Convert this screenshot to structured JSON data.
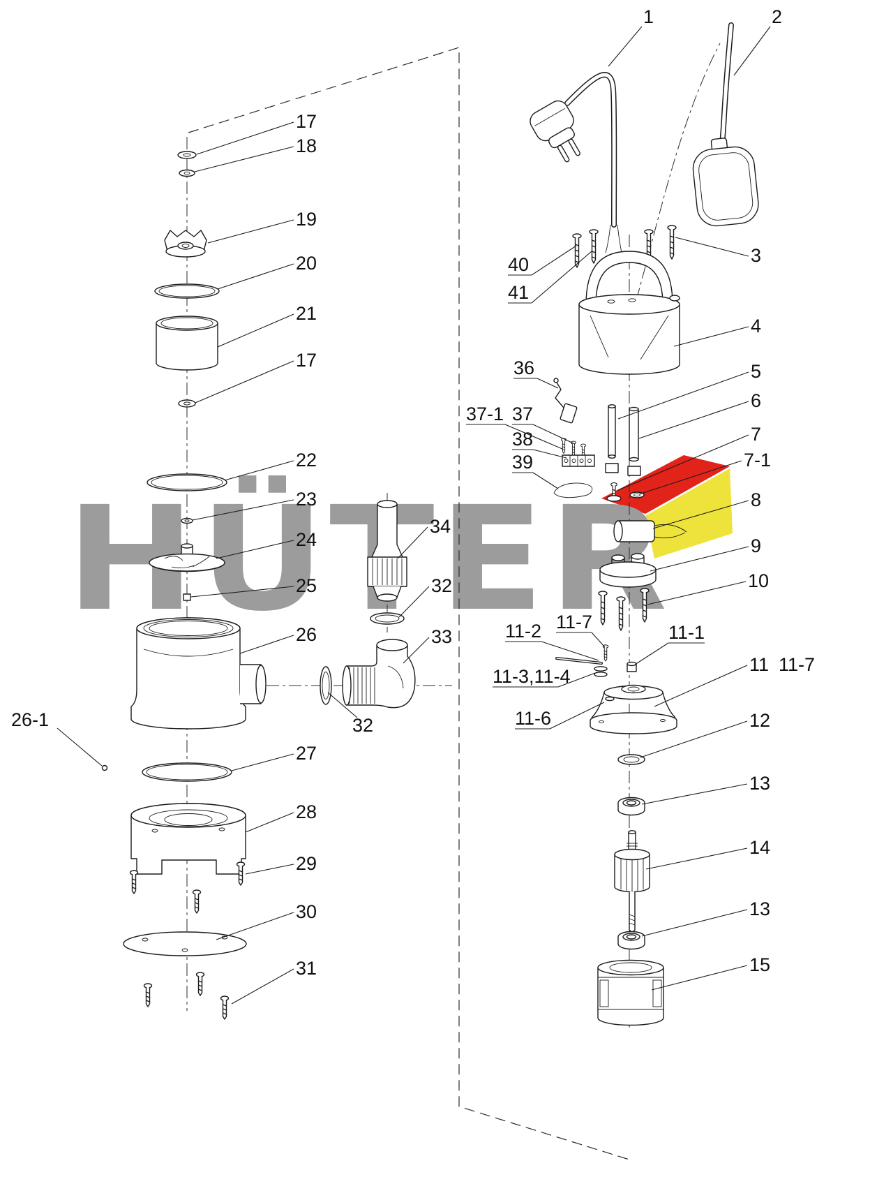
{
  "meta": {
    "title": "Submersible pump exploded parts diagram"
  },
  "watermark": {
    "text": "HÜTER",
    "gray": "#9c9c9c",
    "flag_red": "#e2231a",
    "flag_yellow": "#ede33b"
  },
  "labels": [
    "17",
    "18",
    "19",
    "20",
    "21",
    "17",
    "22",
    "23",
    "24",
    "25",
    "26",
    "26-1",
    "27",
    "28",
    "29",
    "30",
    "31",
    "34",
    "32",
    "33",
    "32",
    "1",
    "2",
    "3",
    "40",
    "41",
    "4",
    "36",
    "5",
    "6",
    "37-1",
    "37",
    "38",
    "39",
    "7",
    "7-1",
    "8",
    "9",
    "10",
    "11-2",
    "11-7",
    "11-1",
    "11-3,11-4",
    "11",
    "11-7",
    "11-6",
    "12",
    "13",
    "14",
    "13",
    "15"
  ]
}
